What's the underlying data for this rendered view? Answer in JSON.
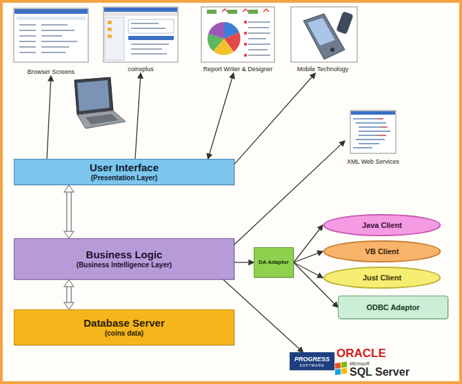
{
  "diagram": {
    "nodes": [
      {
        "text": [
          "Browser Screens"
        ]
      },
      {
        "text": [
          "coinsplus"
        ]
      },
      {
        "text": [
          "Report Writer & Designer"
        ]
      },
      {
        "text": [
          "Mobile Technology"
        ]
      },
      {
        "text": [
          "XML Web Services"
        ]
      },
      {
        "text": [
          "User Interface",
          "(Presentation Layer)"
        ]
      },
      {
        "text": [
          "Business Logic",
          "(Business Intelligence Layer)"
        ]
      },
      {
        "text": [
          "DA Adaptor"
        ]
      },
      {
        "text": [
          "Java Client"
        ]
      },
      {
        "text": [
          "VB Client"
        ]
      },
      {
        "text": [
          "Just Client"
        ]
      },
      {
        "text": [
          "Database Server",
          "(coins data)"
        ]
      },
      {
        "text": [
          "ODBC Adaptor"
        ]
      },
      {
        "text": [
          "PROGRESS",
          "SOFTWARE"
        ]
      }
    ],
    "edges": [
      {
        "from": 5,
        "to": 0,
        "arrow": "to"
      },
      {
        "from": 5,
        "to": 1,
        "arrow": "to"
      },
      {
        "from": 5,
        "to": 2,
        "arrow": "both"
      },
      {
        "from": 5,
        "to": 3,
        "arrow": "to"
      },
      {
        "from": 6,
        "to": 4,
        "arrow": "to"
      },
      {
        "from": 5,
        "to": 6,
        "arrow": "both"
      },
      {
        "from": 6,
        "to": 11,
        "arrow": "both"
      },
      {
        "from": 6,
        "to": 7,
        "arrow": "to"
      },
      {
        "from": 7,
        "to": 8,
        "arrow": "to"
      },
      {
        "from": 7,
        "to": 9,
        "arrow": "to"
      },
      {
        "from": 7,
        "to": 10,
        "arrow": "to"
      },
      {
        "from": 7,
        "to": 12,
        "arrow": "to"
      },
      {
        "from": 6,
        "to": 13,
        "arrow": "to"
      }
    ],
    "labels": [
      "ORACLE",
      "Microsoft",
      "SQL Server"
    ]
  }
}
